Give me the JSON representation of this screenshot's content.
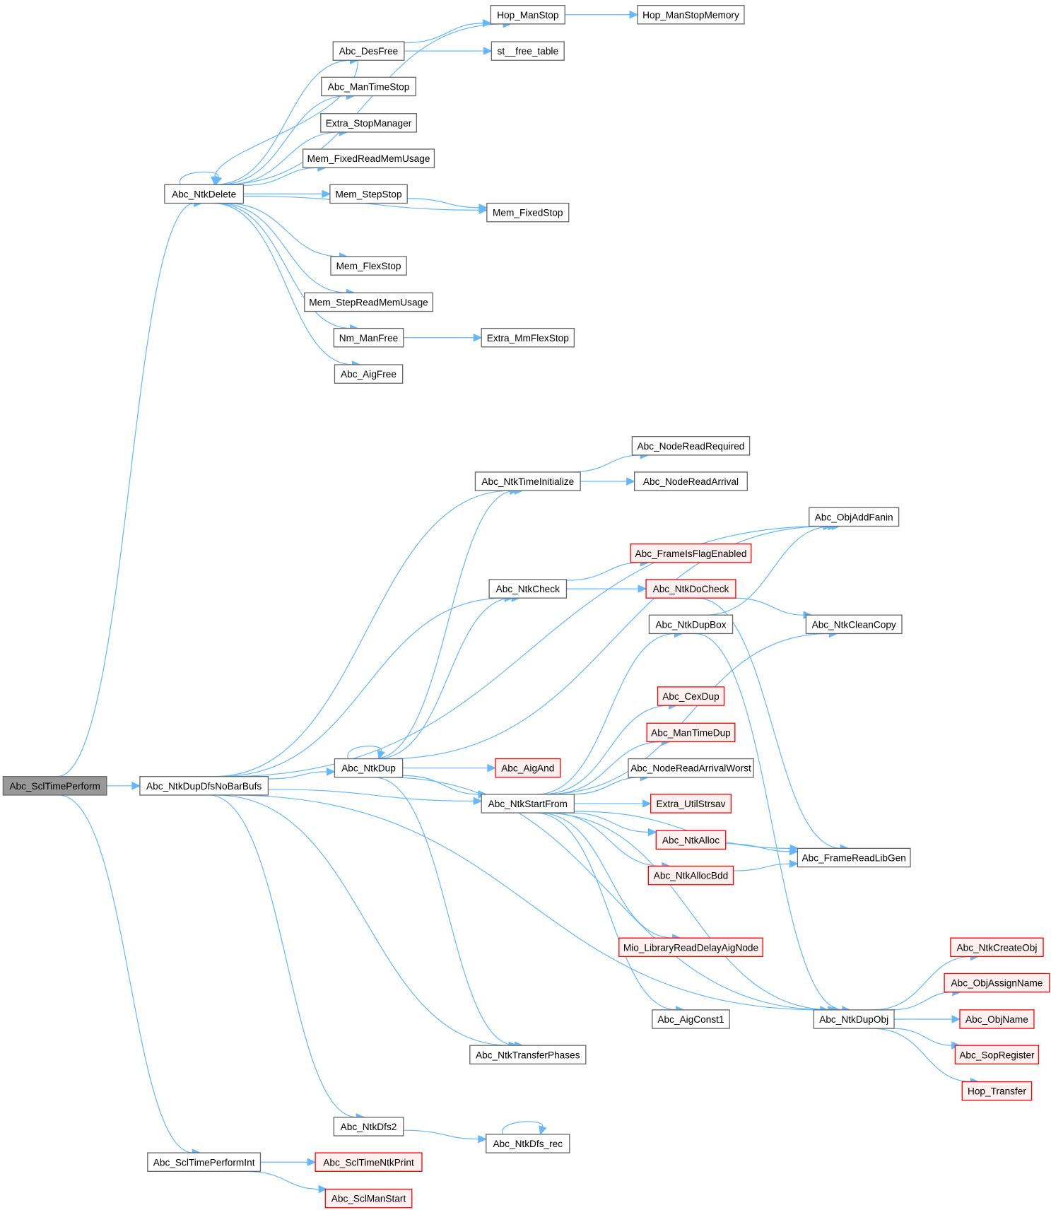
{
  "title": "Abc_SclTimePerform call graph",
  "colors": {
    "edge": "#63b8ff",
    "root_fill": "#999999",
    "node_border": "#666666",
    "external_border": "#ff0000",
    "external_fill": "#fff0f0"
  },
  "nodes": [
    {
      "id": "Abc_SclTimePerform",
      "label": "Abc_SclTimePerform",
      "kind": "root"
    },
    {
      "id": "Abc_NtkDelete",
      "label": "Abc_NtkDelete",
      "kind": "normal"
    },
    {
      "id": "Abc_NtkDupDfsNoBarBufs",
      "label": "Abc_NtkDupDfsNoBarBufs",
      "kind": "normal"
    },
    {
      "id": "Abc_SclTimePerformInt",
      "label": "Abc_SclTimePerformInt",
      "kind": "normal"
    },
    {
      "id": "Hop_ManStop",
      "label": "Hop_ManStop",
      "kind": "normal"
    },
    {
      "id": "Hop_ManStopMemory",
      "label": "Hop_ManStopMemory",
      "kind": "normal"
    },
    {
      "id": "Abc_DesFree",
      "label": "Abc_DesFree",
      "kind": "normal"
    },
    {
      "id": "st__free_table",
      "label": "st__free_table",
      "kind": "normal"
    },
    {
      "id": "Abc_ManTimeStop",
      "label": "Abc_ManTimeStop",
      "kind": "normal"
    },
    {
      "id": "Extra_StopManager",
      "label": "Extra_StopManager",
      "kind": "normal"
    },
    {
      "id": "Mem_FixedReadMemUsage",
      "label": "Mem_FixedReadMemUsage",
      "kind": "normal"
    },
    {
      "id": "Mem_StepStop",
      "label": "Mem_StepStop",
      "kind": "normal"
    },
    {
      "id": "Mem_FixedStop",
      "label": "Mem_FixedStop",
      "kind": "normal"
    },
    {
      "id": "Mem_FlexStop",
      "label": "Mem_FlexStop",
      "kind": "normal"
    },
    {
      "id": "Mem_StepReadMemUsage",
      "label": "Mem_StepReadMemUsage",
      "kind": "normal"
    },
    {
      "id": "Nm_ManFree",
      "label": "Nm_ManFree",
      "kind": "normal"
    },
    {
      "id": "Extra_MmFlexStop",
      "label": "Extra_MmFlexStop",
      "kind": "normal"
    },
    {
      "id": "Abc_AigFree",
      "label": "Abc_AigFree",
      "kind": "normal"
    },
    {
      "id": "Abc_NodeReadRequired",
      "label": "Abc_NodeReadRequired",
      "kind": "normal"
    },
    {
      "id": "Abc_NtkTimeInitialize",
      "label": "Abc_NtkTimeInitialize",
      "kind": "normal"
    },
    {
      "id": "Abc_NodeReadArrival",
      "label": "Abc_NodeReadArrival",
      "kind": "normal"
    },
    {
      "id": "Abc_ObjAddFanin",
      "label": "Abc_ObjAddFanin",
      "kind": "normal"
    },
    {
      "id": "Abc_FrameIsFlagEnabled",
      "label": "Abc_FrameIsFlagEnabled",
      "kind": "external"
    },
    {
      "id": "Abc_NtkCheck",
      "label": "Abc_NtkCheck",
      "kind": "normal"
    },
    {
      "id": "Abc_NtkDoCheck",
      "label": "Abc_NtkDoCheck",
      "kind": "external"
    },
    {
      "id": "Abc_NtkDupBox",
      "label": "Abc_NtkDupBox",
      "kind": "normal"
    },
    {
      "id": "Abc_NtkCleanCopy",
      "label": "Abc_NtkCleanCopy",
      "kind": "normal"
    },
    {
      "id": "Abc_CexDup",
      "label": "Abc_CexDup",
      "kind": "external"
    },
    {
      "id": "Abc_ManTimeDup",
      "label": "Abc_ManTimeDup",
      "kind": "external"
    },
    {
      "id": "Abc_NtkDup",
      "label": "Abc_NtkDup",
      "kind": "normal"
    },
    {
      "id": "Abc_AigAnd",
      "label": "Abc_AigAnd",
      "kind": "external"
    },
    {
      "id": "Abc_NodeReadArrivalWorst",
      "label": "Abc_NodeReadArrivalWorst",
      "kind": "normal"
    },
    {
      "id": "Abc_NtkStartFrom",
      "label": "Abc_NtkStartFrom",
      "kind": "normal"
    },
    {
      "id": "Extra_UtilStrsav",
      "label": "Extra_UtilStrsav",
      "kind": "external"
    },
    {
      "id": "Abc_NtkAlloc",
      "label": "Abc_NtkAlloc",
      "kind": "external"
    },
    {
      "id": "Abc_FrameReadLibGen",
      "label": "Abc_FrameReadLibGen",
      "kind": "normal"
    },
    {
      "id": "Abc_NtkAllocBdd",
      "label": "Abc_NtkAllocBdd",
      "kind": "external"
    },
    {
      "id": "Mio_LibraryReadDelayAigNode",
      "label": "Mio_LibraryReadDelayAigNode",
      "kind": "external"
    },
    {
      "id": "Abc_NtkCreateObj",
      "label": "Abc_NtkCreateObj",
      "kind": "external"
    },
    {
      "id": "Abc_ObjAssignName",
      "label": "Abc_ObjAssignName",
      "kind": "external"
    },
    {
      "id": "Abc_AigConst1",
      "label": "Abc_AigConst1",
      "kind": "normal"
    },
    {
      "id": "Abc_NtkDupObj",
      "label": "Abc_NtkDupObj",
      "kind": "normal"
    },
    {
      "id": "Abc_ObjName",
      "label": "Abc_ObjName",
      "kind": "external"
    },
    {
      "id": "Abc_NtkTransferPhases",
      "label": "Abc_NtkTransferPhases",
      "kind": "normal"
    },
    {
      "id": "Abc_SopRegister",
      "label": "Abc_SopRegister",
      "kind": "external"
    },
    {
      "id": "Hop_Transfer",
      "label": "Hop_Transfer",
      "kind": "external"
    },
    {
      "id": "Abc_NtkDfs2",
      "label": "Abc_NtkDfs2",
      "kind": "normal"
    },
    {
      "id": "Abc_NtkDfs_rec",
      "label": "Abc_NtkDfs_rec",
      "kind": "normal"
    },
    {
      "id": "Abc_SclTimeNtkPrint",
      "label": "Abc_SclTimeNtkPrint",
      "kind": "external"
    },
    {
      "id": "Abc_SclManStart",
      "label": "Abc_SclManStart",
      "kind": "external"
    }
  ],
  "edges": [
    [
      "Abc_SclTimePerform",
      "Abc_NtkDelete"
    ],
    [
      "Abc_SclTimePerform",
      "Abc_NtkDupDfsNoBarBufs"
    ],
    [
      "Abc_SclTimePerform",
      "Abc_SclTimePerformInt"
    ],
    [
      "Abc_NtkDelete",
      "Abc_NtkDelete"
    ],
    [
      "Abc_NtkDelete",
      "Hop_ManStop"
    ],
    [
      "Abc_NtkDelete",
      "Abc_DesFree"
    ],
    [
      "Abc_NtkDelete",
      "Abc_ManTimeStop"
    ],
    [
      "Abc_NtkDelete",
      "Extra_StopManager"
    ],
    [
      "Abc_NtkDelete",
      "Mem_FixedReadMemUsage"
    ],
    [
      "Abc_NtkDelete",
      "Mem_StepStop"
    ],
    [
      "Abc_NtkDelete",
      "Mem_FixedStop"
    ],
    [
      "Abc_NtkDelete",
      "Mem_FlexStop"
    ],
    [
      "Abc_NtkDelete",
      "Mem_StepReadMemUsage"
    ],
    [
      "Abc_NtkDelete",
      "Nm_ManFree"
    ],
    [
      "Abc_NtkDelete",
      "Abc_AigFree"
    ],
    [
      "Abc_DesFree",
      "Abc_NtkDelete"
    ],
    [
      "Abc_DesFree",
      "Hop_ManStop"
    ],
    [
      "Abc_DesFree",
      "st__free_table"
    ],
    [
      "Hop_ManStop",
      "Hop_ManStopMemory"
    ],
    [
      "Mem_StepStop",
      "Mem_FixedStop"
    ],
    [
      "Nm_ManFree",
      "Extra_MmFlexStop"
    ],
    [
      "Abc_NtkDupDfsNoBarBufs",
      "Abc_ObjAddFanin"
    ],
    [
      "Abc_NtkDupDfsNoBarBufs",
      "Abc_NtkTimeInitialize"
    ],
    [
      "Abc_NtkDupDfsNoBarBufs",
      "Abc_NtkCheck"
    ],
    [
      "Abc_NtkDupDfsNoBarBufs",
      "Abc_NtkDup"
    ],
    [
      "Abc_NtkDupDfsNoBarBufs",
      "Abc_NtkStartFrom"
    ],
    [
      "Abc_NtkDupDfsNoBarBufs",
      "Abc_NtkTransferPhases"
    ],
    [
      "Abc_NtkDupDfsNoBarBufs",
      "Abc_NtkDupObj"
    ],
    [
      "Abc_NtkDupDfsNoBarBufs",
      "Abc_NtkDfs2"
    ],
    [
      "Abc_NtkTimeInitialize",
      "Abc_NodeReadRequired"
    ],
    [
      "Abc_NtkTimeInitialize",
      "Abc_NodeReadArrival"
    ],
    [
      "Abc_NtkDup",
      "Abc_NtkDup"
    ],
    [
      "Abc_NtkDup",
      "Abc_NtkTimeInitialize"
    ],
    [
      "Abc_NtkDup",
      "Abc_ObjAddFanin"
    ],
    [
      "Abc_NtkDup",
      "Abc_NtkCheck"
    ],
    [
      "Abc_NtkDup",
      "Abc_AigAnd"
    ],
    [
      "Abc_NtkDup",
      "Abc_NtkStartFrom"
    ],
    [
      "Abc_NtkDup",
      "Abc_NtkTransferPhases"
    ],
    [
      "Abc_NtkDup",
      "Abc_NtkDupObj"
    ],
    [
      "Abc_NtkCheck",
      "Abc_FrameIsFlagEnabled"
    ],
    [
      "Abc_NtkCheck",
      "Abc_NtkDoCheck"
    ],
    [
      "Abc_NtkDoCheck",
      "Abc_NtkCheck"
    ],
    [
      "Abc_NtkDoCheck",
      "Abc_NtkCleanCopy"
    ],
    [
      "Abc_NtkDoCheck",
      "Abc_FrameReadLibGen"
    ],
    [
      "Abc_NtkDupBox",
      "Abc_ObjAddFanin"
    ],
    [
      "Abc_NtkDupBox",
      "Abc_NtkDupObj"
    ],
    [
      "Abc_NtkStartFrom",
      "Abc_NtkDupBox"
    ],
    [
      "Abc_NtkStartFrom",
      "Abc_NtkCleanCopy"
    ],
    [
      "Abc_NtkStartFrom",
      "Abc_CexDup"
    ],
    [
      "Abc_NtkStartFrom",
      "Abc_ManTimeDup"
    ],
    [
      "Abc_NtkStartFrom",
      "Abc_NodeReadArrivalWorst"
    ],
    [
      "Abc_NtkStartFrom",
      "Extra_UtilStrsav"
    ],
    [
      "Abc_NtkStartFrom",
      "Abc_NtkAlloc"
    ],
    [
      "Abc_NtkStartFrom",
      "Abc_NtkAllocBdd"
    ],
    [
      "Abc_NtkStartFrom",
      "Abc_FrameReadLibGen"
    ],
    [
      "Abc_NtkStartFrom",
      "Mio_LibraryReadDelayAigNode"
    ],
    [
      "Abc_NtkStartFrom",
      "Abc_AigConst1"
    ],
    [
      "Abc_NtkStartFrom",
      "Abc_NtkDupObj"
    ],
    [
      "Abc_NtkAlloc",
      "Abc_FrameReadLibGen"
    ],
    [
      "Abc_NtkAllocBdd",
      "Abc_FrameReadLibGen"
    ],
    [
      "Abc_NtkDupObj",
      "Abc_NtkCreateObj"
    ],
    [
      "Abc_NtkDupObj",
      "Abc_ObjAssignName"
    ],
    [
      "Abc_NtkDupObj",
      "Abc_ObjName"
    ],
    [
      "Abc_NtkDupObj",
      "Abc_SopRegister"
    ],
    [
      "Abc_NtkDupObj",
      "Hop_Transfer"
    ],
    [
      "Abc_NtkDfs2",
      "Abc_NtkDfs_rec"
    ],
    [
      "Abc_NtkDfs_rec",
      "Abc_NtkDfs_rec"
    ],
    [
      "Abc_SclTimePerformInt",
      "Abc_SclTimeNtkPrint"
    ],
    [
      "Abc_SclTimePerformInt",
      "Abc_SclManStart"
    ]
  ]
}
